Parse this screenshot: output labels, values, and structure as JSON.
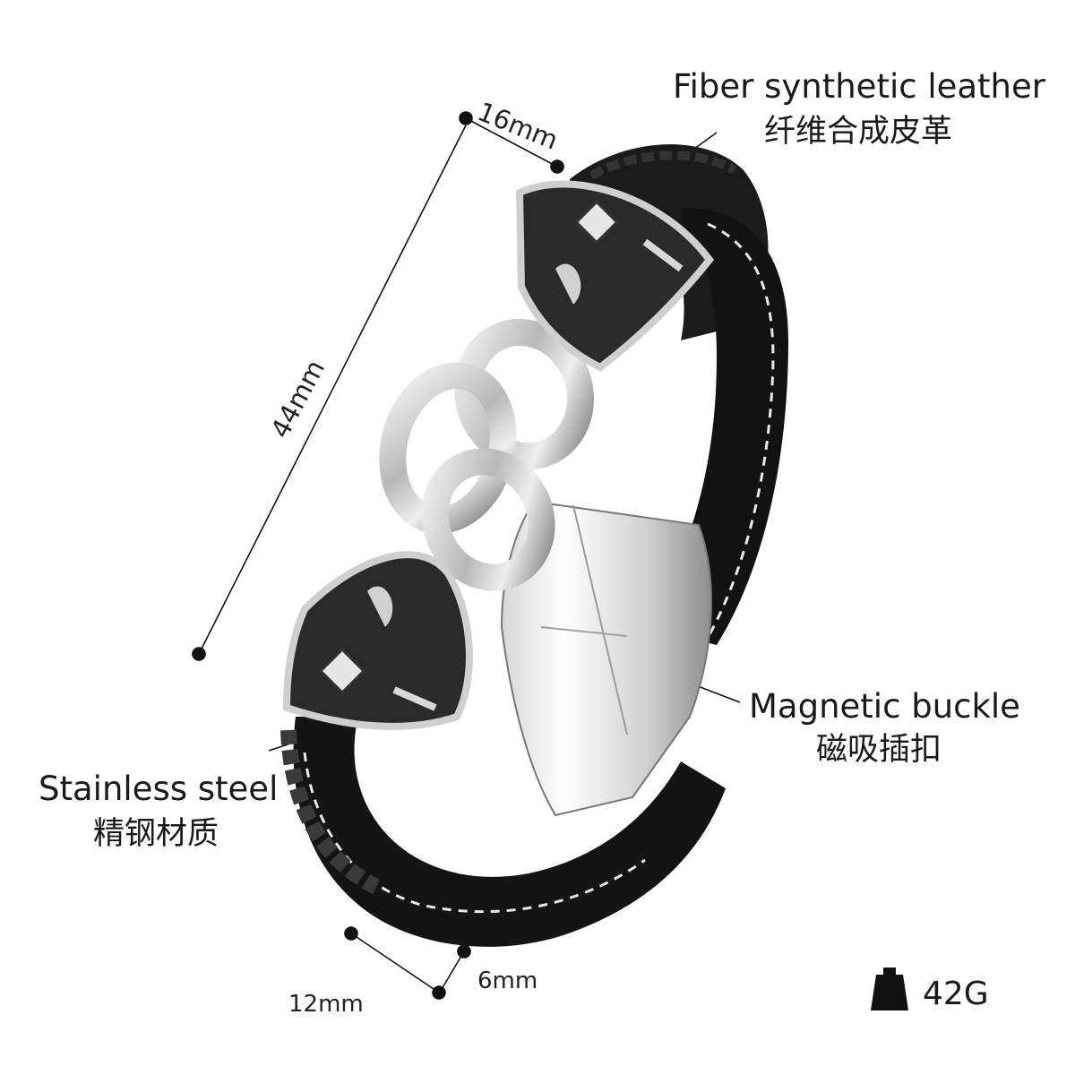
{
  "labels": {
    "fiber_en": "Fiber synthetic leather",
    "fiber_zh": "纤维合成皮革",
    "magnetic_en": "Magnetic buckle",
    "magnetic_zh": "磁吸插扣",
    "steel_en": "Stainless steel",
    "steel_zh": "精钢材质"
  },
  "dimensions": {
    "width_top": "16mm",
    "length": "44mm",
    "width_bottom": "12mm",
    "thickness": "6mm"
  },
  "weight": {
    "icon": "weight-icon",
    "value": "42G"
  },
  "colors": {
    "leather": "#161616",
    "stitch": "#e8e8e8",
    "steel": "#c8c8c8",
    "text": "#1a1a1a"
  }
}
